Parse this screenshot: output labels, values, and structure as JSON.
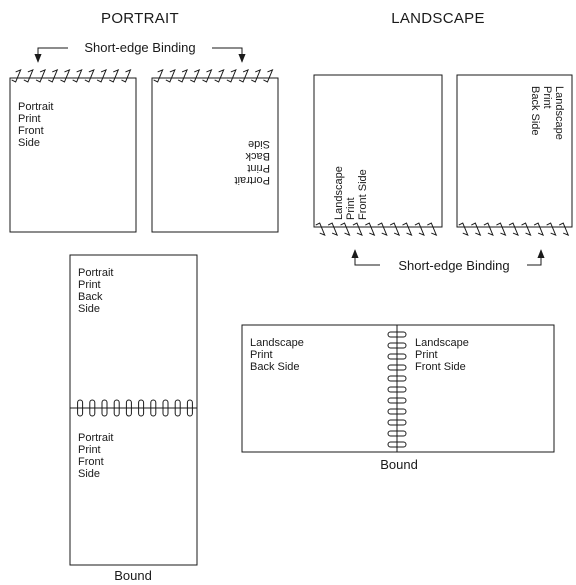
{
  "portrait": {
    "heading": "PORTRAIT",
    "binding_label": "Short-edge Binding",
    "front_page_lines": [
      "Portrait",
      "Print",
      "Front",
      "Side"
    ],
    "back_page_lines": [
      "Portrait",
      "Print",
      "Back",
      "Side"
    ],
    "bound": {
      "top_page_lines": [
        "Portrait",
        "Print",
        "Back",
        "Side"
      ],
      "bottom_page_lines": [
        "Portrait",
        "Print",
        "Front",
        "Side"
      ],
      "caption": "Bound"
    }
  },
  "landscape": {
    "heading": "LANDSCAPE",
    "binding_label": "Short-edge Binding",
    "front_page_lines": [
      "Landscape",
      "Print",
      "Front  Side"
    ],
    "back_page_lines": [
      "Landscape",
      "Print",
      "Back  Side"
    ],
    "bound": {
      "left_page_lines": [
        "Landscape",
        "Print",
        "Back Side"
      ],
      "right_page_lines": [
        "Landscape",
        "Print",
        "Front  Side"
      ],
      "caption": "Bound"
    }
  }
}
